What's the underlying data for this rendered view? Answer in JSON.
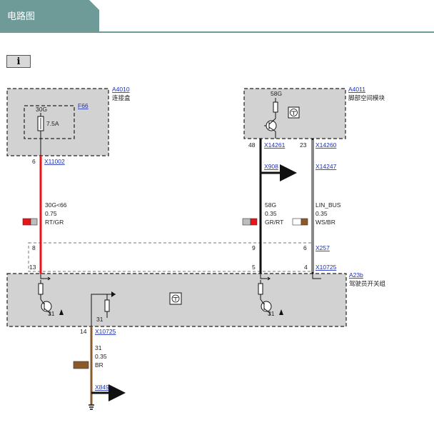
{
  "header": {
    "title": "电路图"
  },
  "toolbar": {
    "info_label": "i"
  },
  "modules": {
    "a4010": {
      "id": "A4010",
      "name": "连接盒"
    },
    "a4011": {
      "id": "A4011",
      "name": "脚部空间模块"
    },
    "a23b": {
      "id": "A23b",
      "name": "驾驶员开关组"
    }
  },
  "fuse": {
    "id": "F66",
    "terminal": "30G",
    "rating": "7.5A"
  },
  "a4011_internal": {
    "supply": "58G"
  },
  "connectors": {
    "x11002": "X11002",
    "x14261": "X14261",
    "x14260": "X14260",
    "x908": "X908",
    "x14247": "X14247",
    "x257": "X257",
    "x10725": "X10725",
    "x10725b": "X10725",
    "x849": "X849"
  },
  "pins": {
    "x11002": "6",
    "x14261": "48",
    "x14260": "23",
    "x257_a": "8",
    "x257_b": "9",
    "x257_c": "6",
    "x10725_a": "13",
    "x10725_b": "5",
    "x10725_c": "4",
    "x10725_d": "14"
  },
  "ground_labels": {
    "g1": "31",
    "g2": "31",
    "g3": "31"
  },
  "wires": [
    {
      "signal": "30G<66",
      "size": "0.75",
      "color_code": "RT/GR",
      "swatch": [
        "#e8141a",
        "#bdbdbd"
      ]
    },
    {
      "signal": "58G",
      "size": "0.35",
      "color_code": "GR/RT",
      "swatch": [
        "#bdbdbd",
        "#e8141a"
      ]
    },
    {
      "signal": "LIN_BUS",
      "size": "0.35",
      "color_code": "WS/BR",
      "swatch": [
        "#ffffff",
        "#8b5a2b"
      ]
    },
    {
      "signal": "31",
      "size": "0.35",
      "color_code": "BR",
      "swatch": [
        "#8b5a2b",
        "#8b5a2b"
      ]
    }
  ],
  "colors": {
    "header": "#6e9b98",
    "box_fill": "#d2d2d2",
    "wire_red": "#e8141a",
    "wire_black": "#111111",
    "wire_brown": "#8b5a2b",
    "link": "#1d2fb5"
  }
}
